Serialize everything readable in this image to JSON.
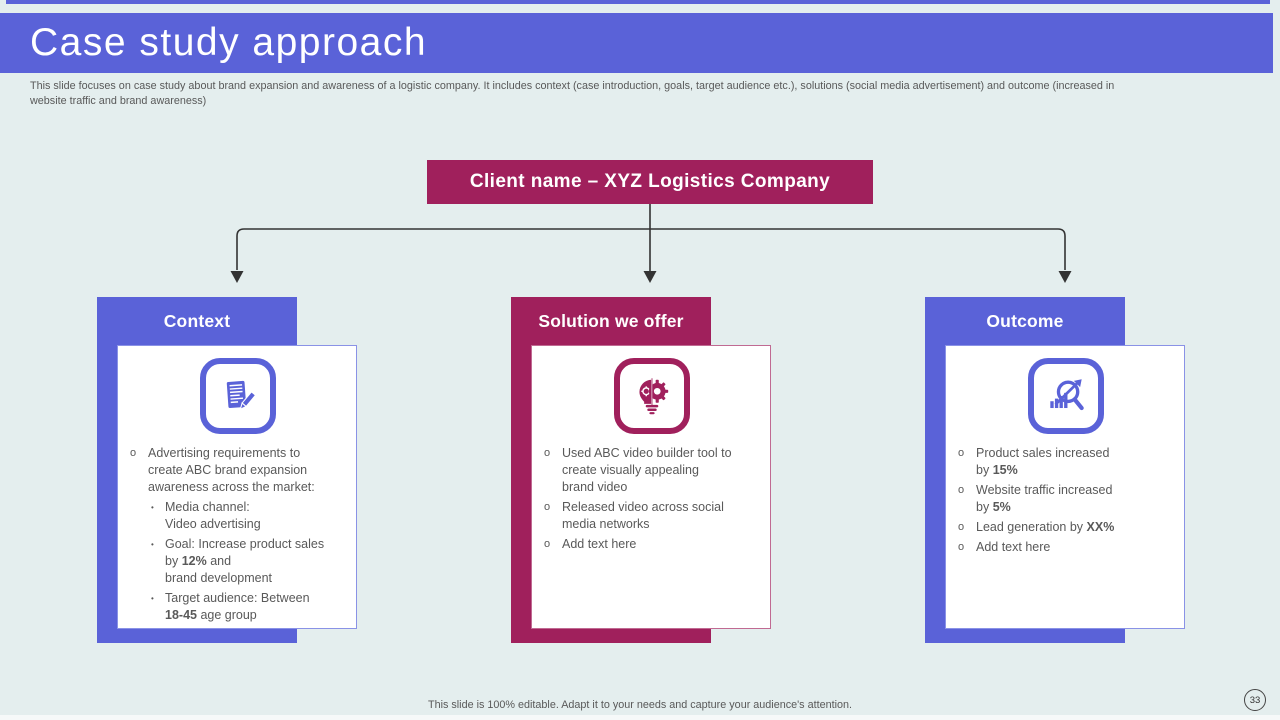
{
  "slide": {
    "title": "Case study approach",
    "subtitle": "This slide focuses on case study about brand expansion and awareness of a logistic company. It includes context (case introduction, goals, target audience etc.), solutions (social media advertisement) and outcome (increased in\nwebsite traffic and brand awareness)",
    "footer_note": "This slide is 100% editable. Adapt it to your needs and capture your audience's attention.",
    "page_number": "33"
  },
  "client_box": {
    "label": "Client name – XYZ Logistics Company"
  },
  "colors": {
    "accent_blue": "#5a62d8",
    "accent_magenta": "#a0205c",
    "background": "#e4eeee",
    "body_text": "#595959",
    "connector_line": "#333333"
  },
  "columns": [
    {
      "id": "context",
      "header": "Context",
      "accent": "#5a62d8",
      "card_border": "#8a92e6",
      "icon": "notepad-pencil-icon",
      "bullets": [
        {
          "level": 1,
          "segments": [
            {
              "text": "Advertising requirements to\ncreate ABC brand expansion\nawareness across the market:"
            }
          ]
        },
        {
          "level": 2,
          "segments": [
            {
              "text": "Media channel:\nVideo advertising"
            }
          ]
        },
        {
          "level": 2,
          "segments": [
            {
              "text": "Goal: Increase product sales\nby "
            },
            {
              "text": "12%",
              "bold": true
            },
            {
              "text": " and\nbrand development"
            }
          ]
        },
        {
          "level": 2,
          "segments": [
            {
              "text": "Target audience: Between\n"
            },
            {
              "text": "18-45",
              "bold": true
            },
            {
              "text": " age group"
            }
          ]
        }
      ]
    },
    {
      "id": "solution",
      "header": "Solution we offer",
      "accent": "#a0205c",
      "card_border": "#c06a92",
      "icon": "bulb-gear-icon",
      "bullets": [
        {
          "level": 1,
          "segments": [
            {
              "text": "Used ABC video builder tool to\ncreate visually appealing\nbrand video"
            }
          ]
        },
        {
          "level": 1,
          "segments": [
            {
              "text": "Released video across social\nmedia networks"
            }
          ]
        },
        {
          "level": 1,
          "segments": [
            {
              "text": "Add text here"
            }
          ]
        }
      ]
    },
    {
      "id": "outcome",
      "header": "Outcome",
      "accent": "#5a62d8",
      "card_border": "#8a92e6",
      "icon": "magnifier-growth-icon",
      "bullets": [
        {
          "level": 1,
          "segments": [
            {
              "text": "Product sales increased\nby "
            },
            {
              "text": "15%",
              "bold": true
            }
          ]
        },
        {
          "level": 1,
          "segments": [
            {
              "text": "Website traffic increased\nby "
            },
            {
              "text": "5%",
              "bold": true
            }
          ]
        },
        {
          "level": 1,
          "segments": [
            {
              "text": "Lead generation by "
            },
            {
              "text": "XX%",
              "bold": true
            }
          ]
        },
        {
          "level": 1,
          "segments": [
            {
              "text": "Add text here"
            }
          ]
        }
      ]
    }
  ]
}
